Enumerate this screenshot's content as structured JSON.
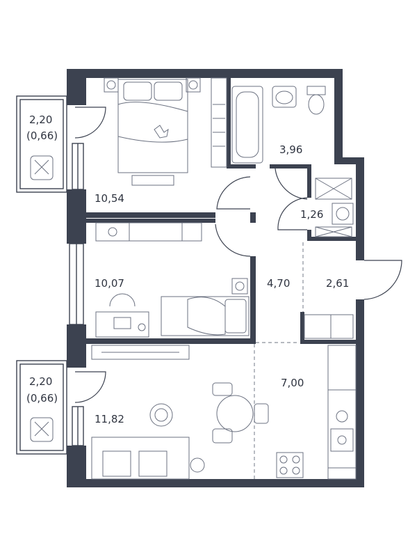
{
  "colors": {
    "wall": "#3c4250",
    "furniture": "#6b7180",
    "background": "#ffffff"
  },
  "rooms": [
    {
      "id": "balcony-top",
      "area": "2,20",
      "area_secondary": "(0,66)"
    },
    {
      "id": "bedroom",
      "area": "10,54"
    },
    {
      "id": "bathroom",
      "area": "3,96"
    },
    {
      "id": "wardrobe-closet",
      "area": "1,26"
    },
    {
      "id": "second-bedroom",
      "area": "10,07"
    },
    {
      "id": "hallway",
      "area": "4,70"
    },
    {
      "id": "entry",
      "area": "2,61"
    },
    {
      "id": "balcony-bottom",
      "area": "2,20",
      "area_secondary": "(0,66)"
    },
    {
      "id": "living-room",
      "area": "11,82"
    },
    {
      "id": "kitchen",
      "area": "7,00"
    }
  ],
  "icons": [
    "air-conditioner-icon",
    "bed-icon",
    "bathtub-icon",
    "sink-icon",
    "toilet-icon",
    "washing-machine-icon",
    "sofa-icon",
    "dining-table-icon",
    "stove-icon",
    "desk-icon"
  ]
}
